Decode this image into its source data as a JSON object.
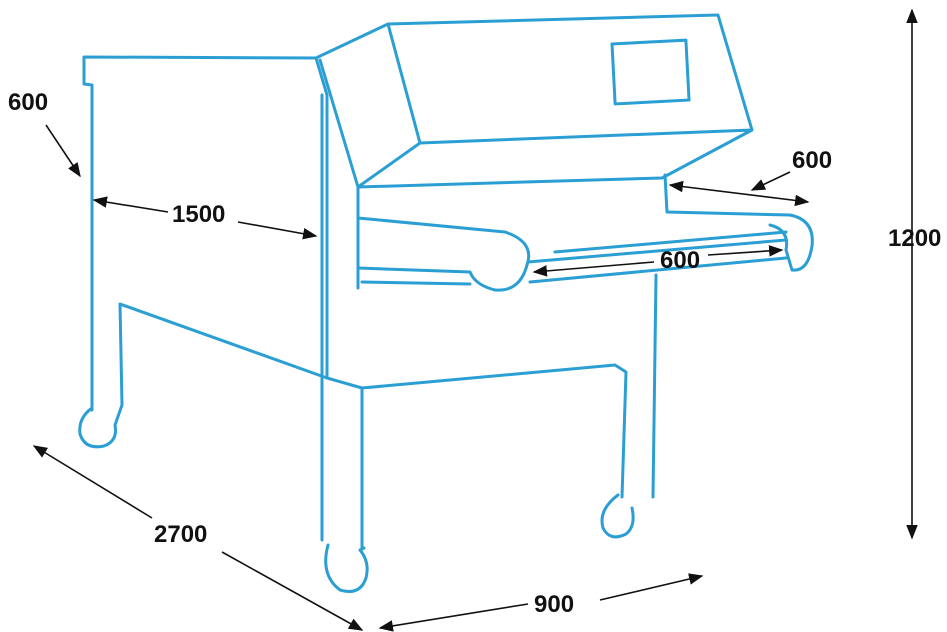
{
  "colors": {
    "outline": "#2b9fd4",
    "dimension": "#111111",
    "background": "#ffffff"
  },
  "dimensions": {
    "panel_depth": "600",
    "inner_length": "1500",
    "arm_reach": "600",
    "roller_length": "600",
    "overall_height": "1200",
    "overall_length": "2700",
    "overall_width": "900"
  }
}
